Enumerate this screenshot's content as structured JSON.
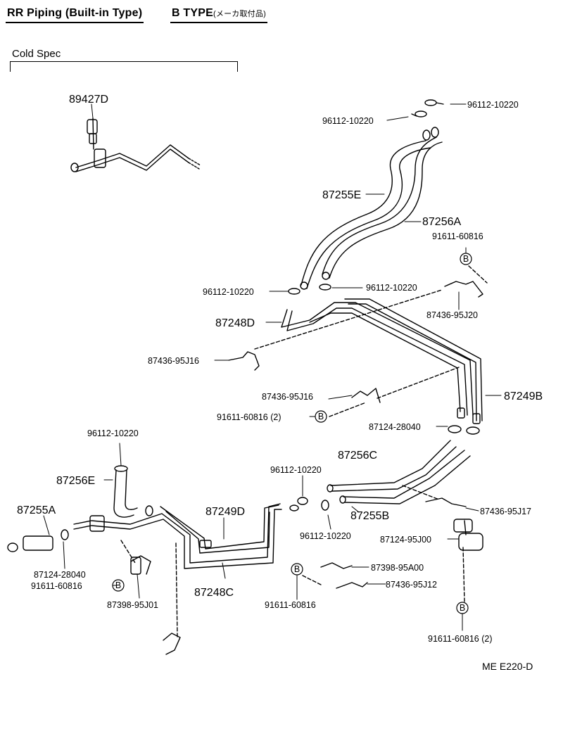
{
  "header": {
    "left_title": "RR Piping (Built-in Type)",
    "right_title_prefix": "B  TYPE",
    "right_title_suffix": "(メーカ取付品)"
  },
  "section_label": "Cold Spec",
  "bolt_symbol": "B",
  "diagram_code": "ME  E220-D",
  "parts": {
    "p89427D": "89427D",
    "p96112_top_right": "96112-10220",
    "p96112_top_left": "96112-10220",
    "p87255E": "87255E",
    "p87256A": "87256A",
    "p91611_upper_right": "91611-60816",
    "p96112_mid_left": "96112-10220",
    "p96112_mid_right": "96112-10220",
    "p87436_95J20": "87436-95J20",
    "p87248D": "87248D",
    "p87436_95J16_a": "87436-95J16",
    "p87436_95J16_b": "87436-95J16",
    "p91611_2_mid": "91611-60816 (2)",
    "p87249B": "87249B",
    "p87124_28040_r": "87124-28040",
    "p96112_left": "96112-10220",
    "p87256C": "87256C",
    "p87256E": "87256E",
    "p96112_center": "96112-10220",
    "p87255A": "87255A",
    "p87249D": "87249D",
    "p87255B": "87255B",
    "p87436_95J17": "87436-95J17",
    "p96112_bottom_center": "96112-10220",
    "p87124_95J00": "87124-95J00",
    "p87124_28040_l": "87124-28040",
    "p87398_95A00": "87398-95A00",
    "p91611_left": "91611-60816",
    "p87436_95J12": "87436-95J12",
    "p87398_95J01": "87398-95J01",
    "p87248C": "87248C",
    "p91611_bottom_center": "91611-60816",
    "p91611_2_bottom_right": "91611-60816 (2)"
  }
}
